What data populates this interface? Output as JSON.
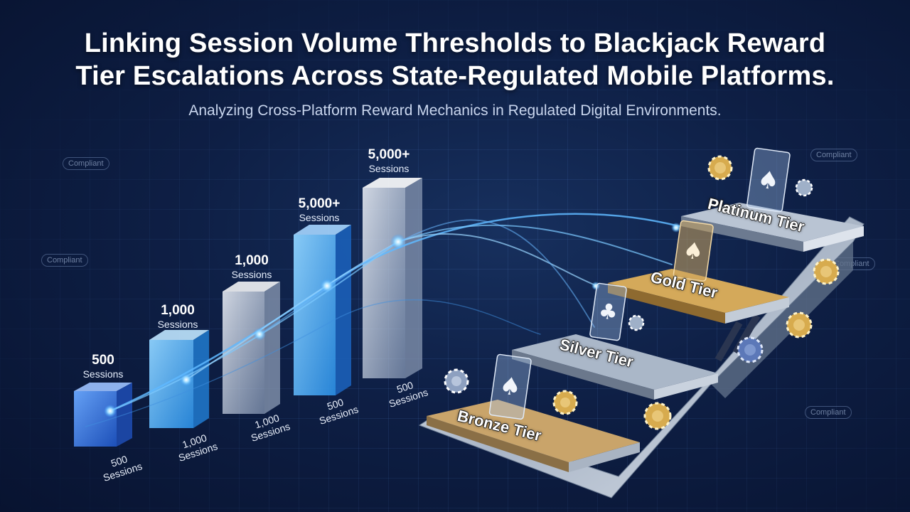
{
  "title_line1": "Linking Session Volume Thresholds to Blackjack Reward",
  "title_line2": "Tier Escalations Across State-Regulated Mobile Platforms.",
  "subtitle": "Analyzing Cross-Platform Reward Mechanics in Regulated Digital Environments.",
  "badges": [
    "Compliant",
    "Compliant",
    "Compliant",
    "Compliant",
    "Compliant"
  ],
  "bars": [
    {
      "top_value": "500",
      "top_unit": "Sessions",
      "base_value": "500",
      "base_unit": "Sessions",
      "color": "#3f7fe6"
    },
    {
      "top_value": "1,000",
      "top_unit": "Sessions",
      "base_value": "1,000",
      "base_unit": "Sessions",
      "color": "#4aa8f0"
    },
    {
      "top_value": "1,000",
      "top_unit": "Sessions",
      "base_value": "1,000",
      "base_unit": "Sessions",
      "color": "#d6deea"
    },
    {
      "top_value": "5,000+",
      "top_unit": "Sessions",
      "base_value": "500",
      "base_unit": "Sessions",
      "color": "#3b8fe8"
    },
    {
      "top_value": "5,000+",
      "top_unit": "Sessions",
      "base_value": "500",
      "base_unit": "Sessions",
      "color": "#e3e8f0"
    }
  ],
  "tiers": [
    {
      "label": "Bronze Tier",
      "color": "#c9a46a",
      "card_suit": "spade"
    },
    {
      "label": "Silver Tier",
      "color": "#aab7c8",
      "card_suit": "club"
    },
    {
      "label": "Gold Tier",
      "color": "#d4a95a",
      "card_suit": "spade"
    },
    {
      "label": "Platinum Tier",
      "color": "#b9c4d3",
      "card_suit": "spade"
    }
  ],
  "colors": {
    "background": "#0e1f45",
    "accent_glow": "#6fc3ff",
    "bronze": "#c9a46a",
    "gold": "#d4a95a",
    "silver": "#aab7c8"
  }
}
